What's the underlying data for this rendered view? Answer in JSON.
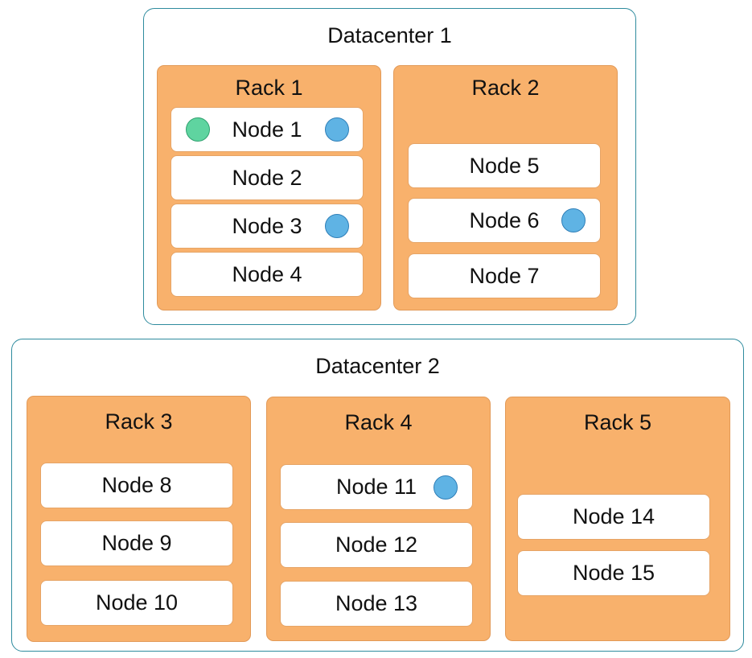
{
  "datacenters": [
    {
      "title": "Datacenter 1",
      "racks": [
        {
          "title": "Rack 1",
          "nodes": [
            "Node 1",
            "Node 2",
            "Node 3",
            "Node 4"
          ]
        },
        {
          "title": "Rack 2",
          "nodes": [
            "Node 5",
            "Node 6",
            "Node 7"
          ]
        }
      ]
    },
    {
      "title": "Datacenter 2",
      "racks": [
        {
          "title": "Rack 3",
          "nodes": [
            "Node 8",
            "Node 9",
            "Node 10"
          ]
        },
        {
          "title": "Rack 4",
          "nodes": [
            "Node 11",
            "Node 12",
            "Node 13"
          ]
        },
        {
          "title": "Rack 5",
          "nodes": [
            "Node 14",
            "Node 15"
          ]
        }
      ]
    }
  ],
  "markers": {
    "blue_color": "#5fb3e4",
    "green_color": "#5fd4a0"
  }
}
